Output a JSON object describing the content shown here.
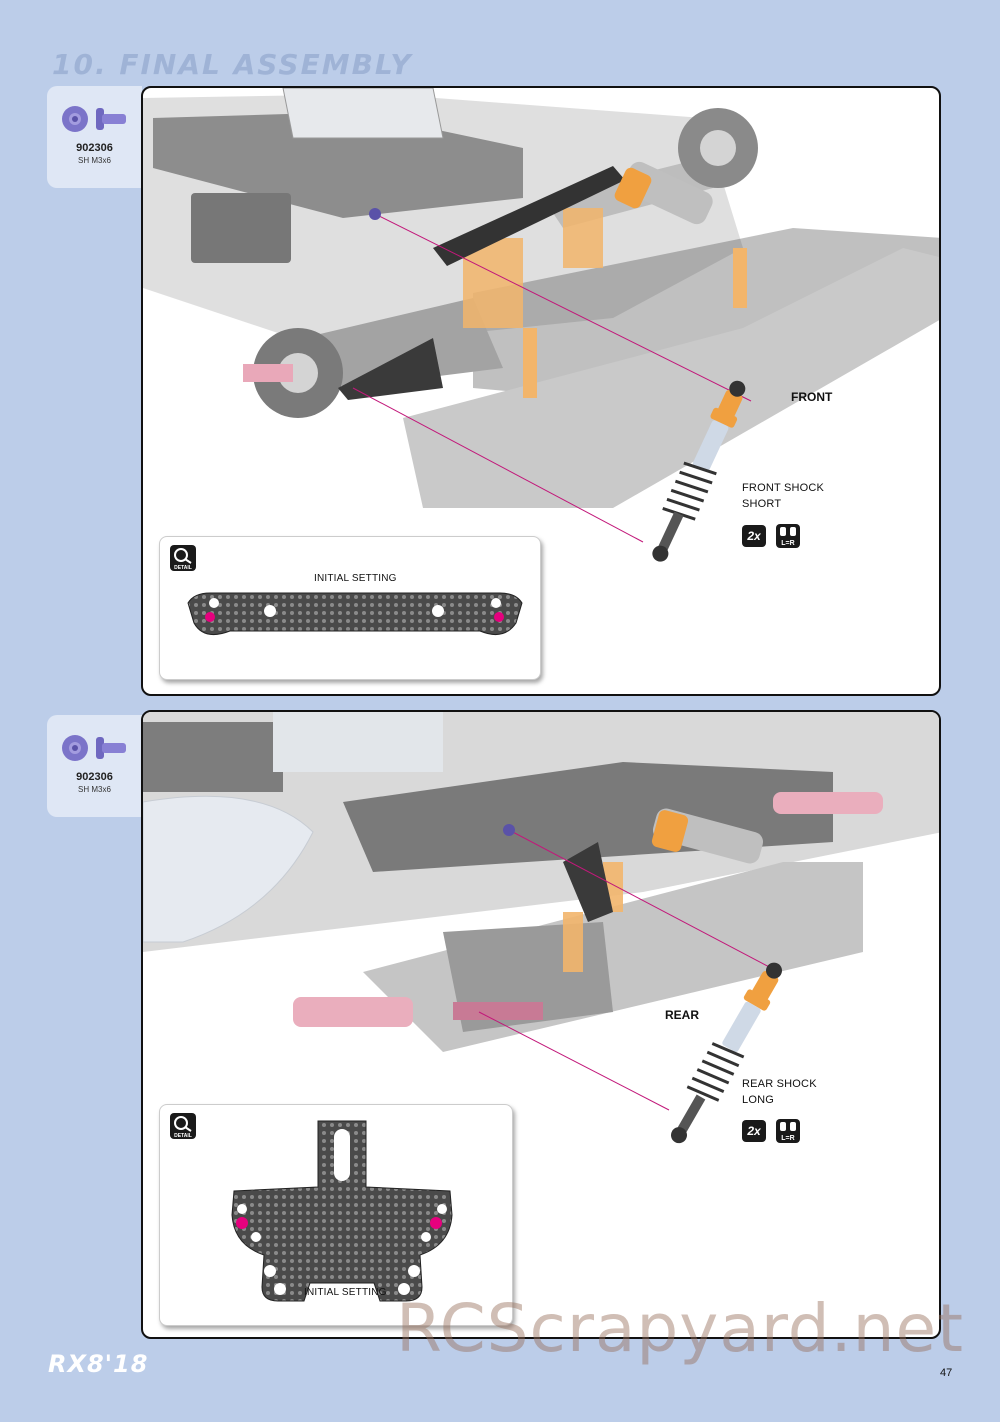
{
  "header": {
    "section_title": "10. FINAL ASSEMBLY"
  },
  "steps": [
    {
      "part": {
        "number": "902306",
        "description": "SH M3x6"
      },
      "direction_label": "FRONT",
      "shock_label_line1": "FRONT SHOCK",
      "shock_label_line2": "SHORT",
      "quantity": "2x",
      "lr_label": "L=R",
      "detail_icon_label": "DETAIL",
      "detail_caption": "INITIAL SETTING"
    },
    {
      "part": {
        "number": "902306",
        "description": "SH M3x6"
      },
      "direction_label": "REAR",
      "shock_label_line1": "REAR SHOCK",
      "shock_label_line2": "LONG",
      "quantity": "2x",
      "lr_label": "L=R",
      "detail_icon_label": "DETAIL",
      "detail_caption": "INITIAL SETTING"
    }
  ],
  "footer": {
    "brand": "RX8'18",
    "page_number": "47"
  },
  "watermark": "RCScrapyard.net",
  "colors": {
    "background": "#bccde9",
    "highlight_hole": "#e6007e",
    "guide_line": "#c2187a",
    "shock_orange": "#f0a040"
  }
}
